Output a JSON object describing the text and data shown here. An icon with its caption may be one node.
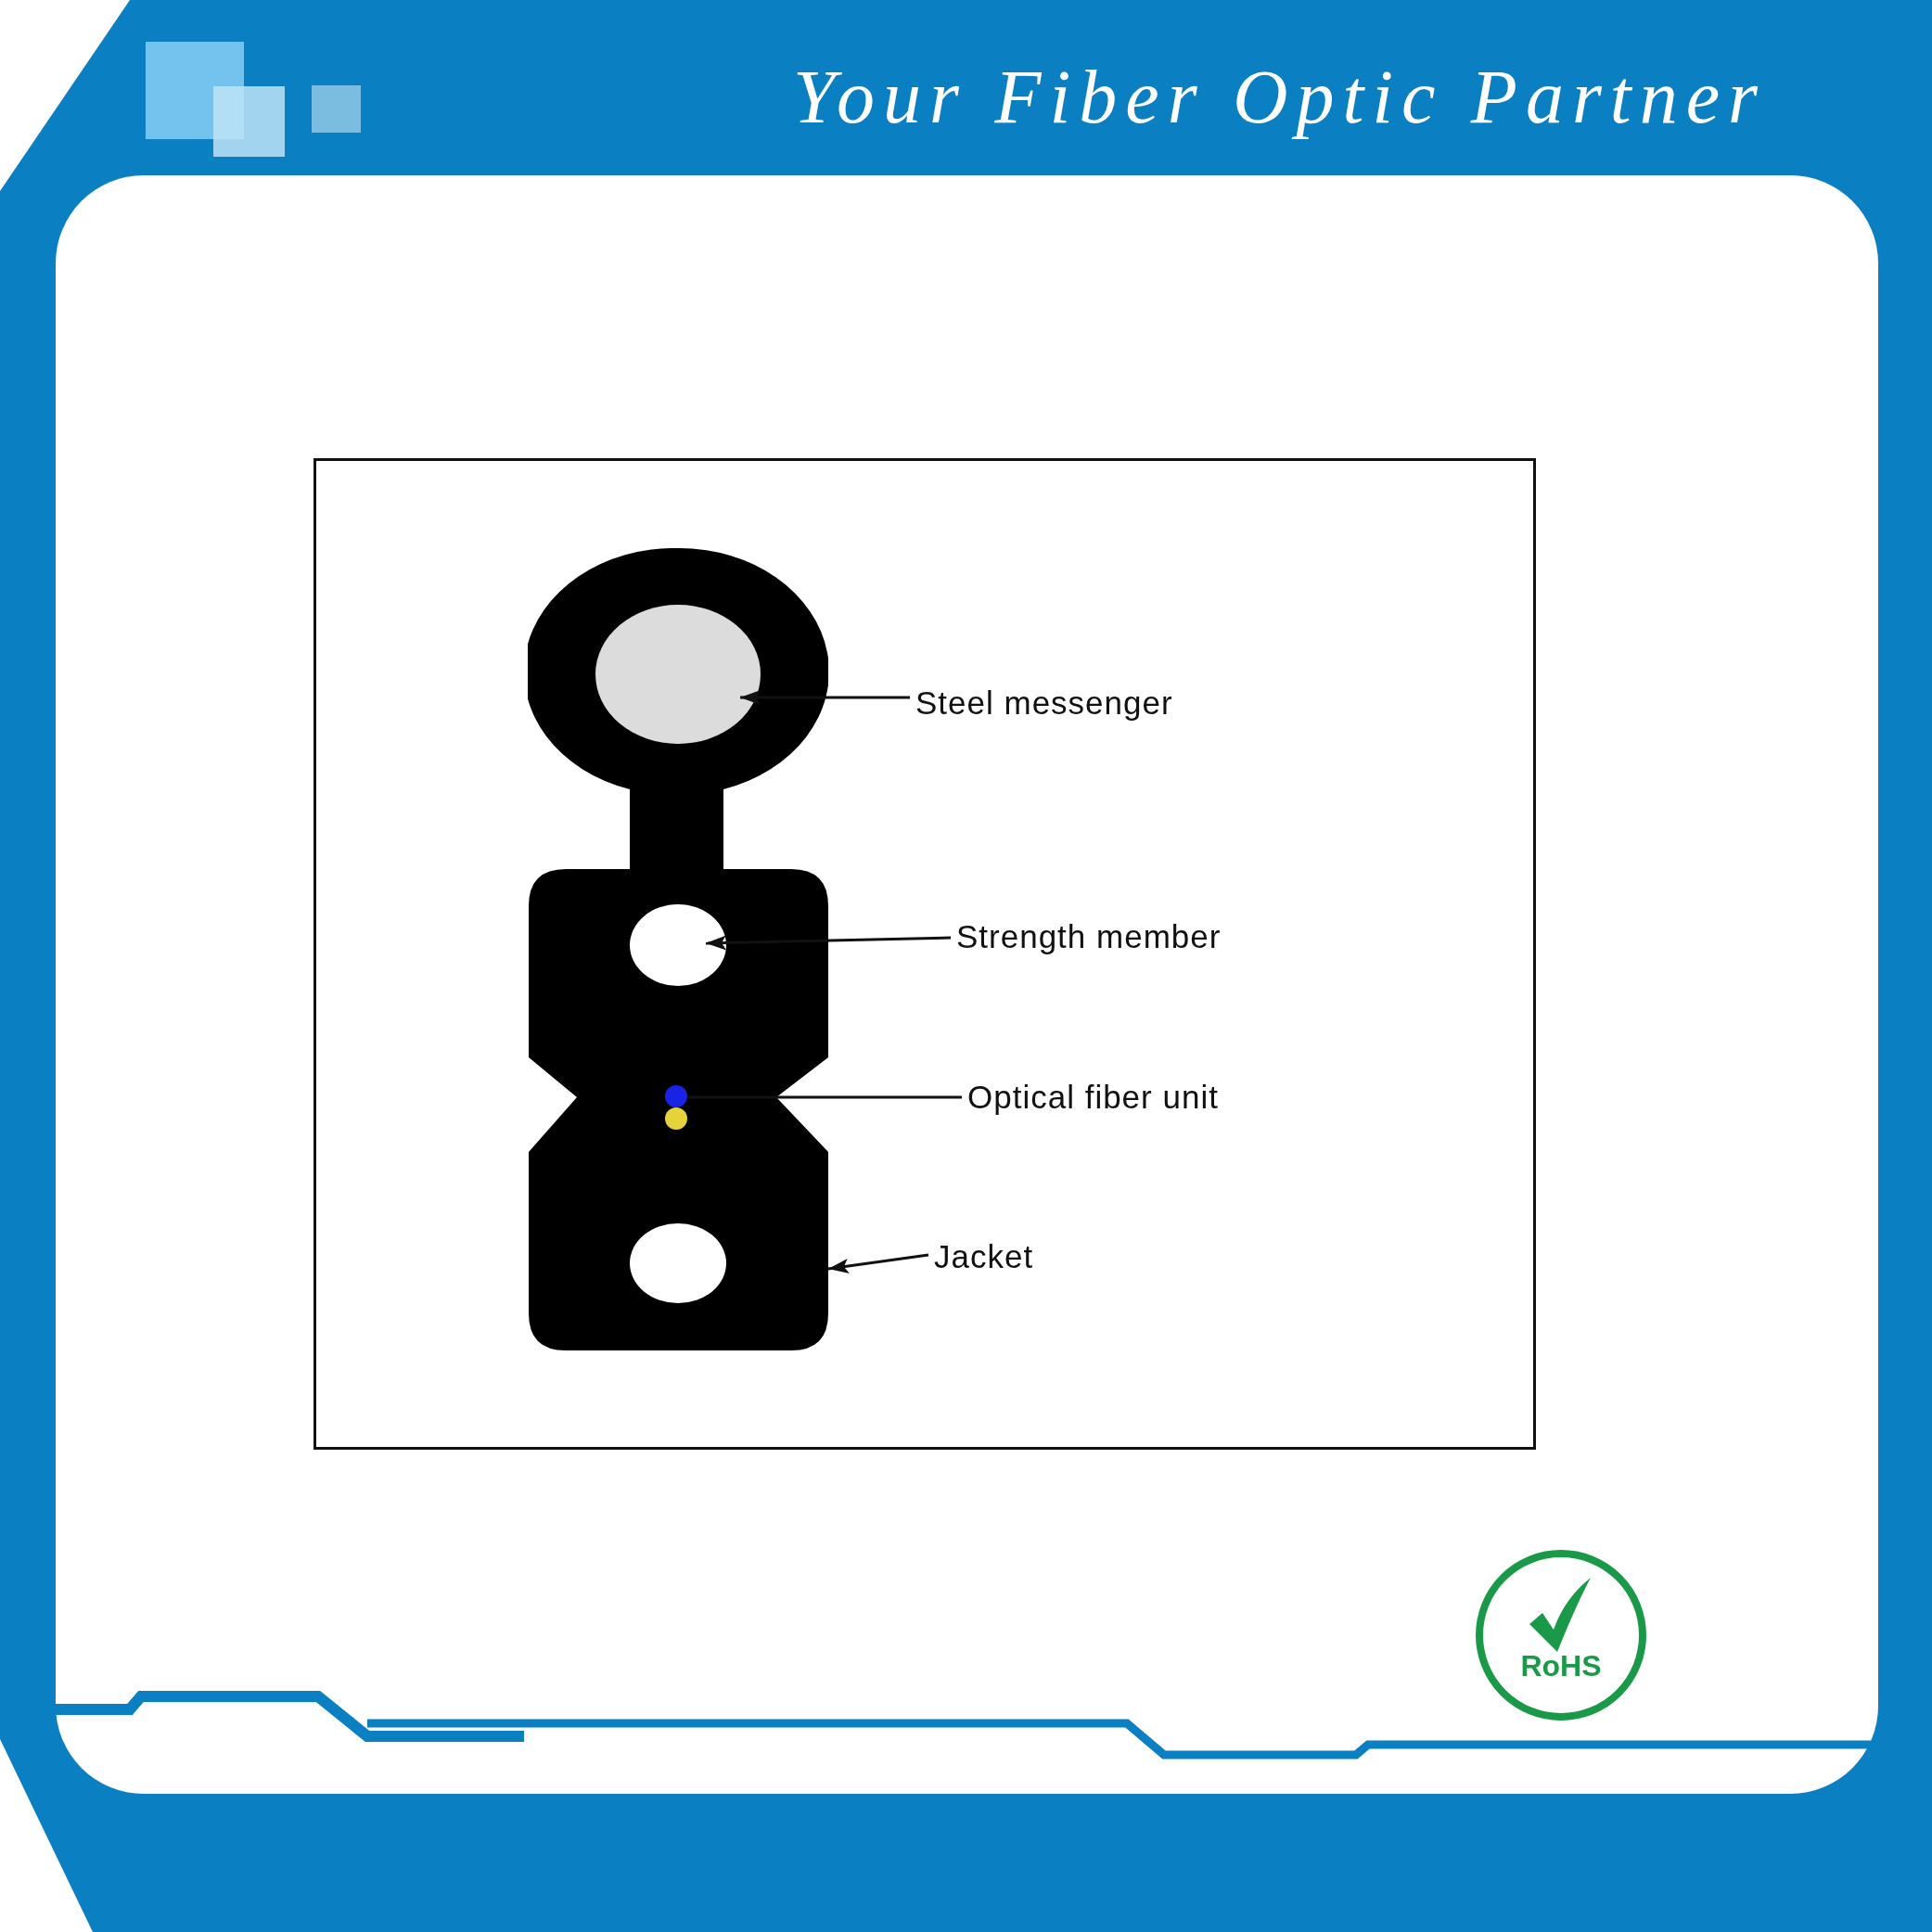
{
  "diagram": {
    "nodes": [
      {
        "text": [],
        "shape": "picture"
      },
      {
        "text": [],
        "shape": "circle",
        "in": 0
      },
      {
        "text": [
          "Steel messenger"
        ]
      },
      {
        "text": [],
        "shape": "circle",
        "in": 0
      },
      {
        "text": [
          "Strength member"
        ]
      },
      {
        "text": [],
        "shape": "circle",
        "in": 0
      },
      {
        "text": [
          "Optical fiber unit"
        ]
      },
      {
        "text": [],
        "shape": "circle",
        "in": 0
      },
      {
        "text": [
          "Jacket"
        ]
      },
      {
        "text": [
          "RoHS"
        ]
      }
    ],
    "edges": [
      {
        "from": 2,
        "to": 1,
        "arrow": "to"
      },
      {
        "from": 4,
        "to": 3,
        "arrow": "to"
      },
      {
        "from": 6,
        "to": 5,
        "arrow": "none"
      },
      {
        "from": 8,
        "to": 0,
        "arrow": "to"
      }
    ],
    "labels": [
      "Your Fiber Optic Partner"
    ]
  }
}
